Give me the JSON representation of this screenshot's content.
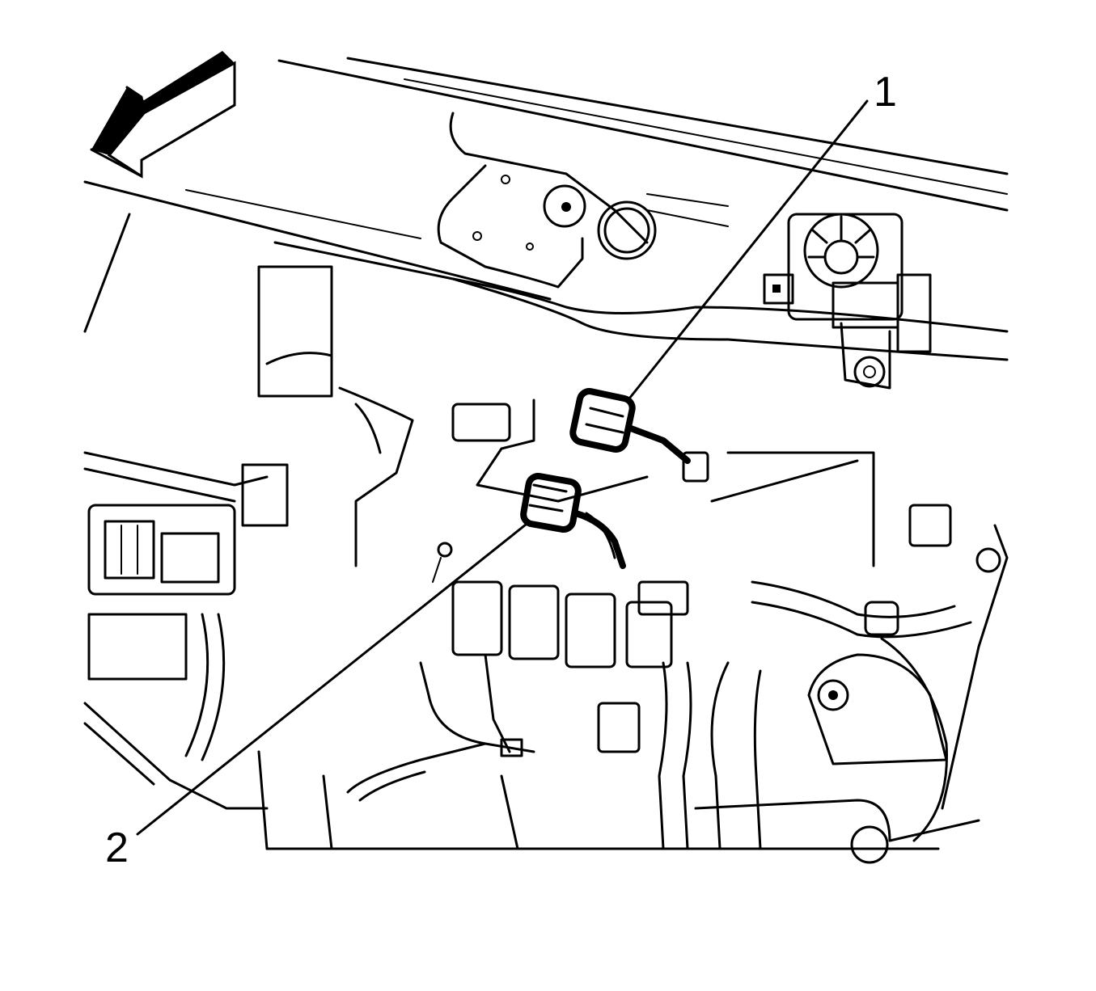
{
  "diagram": {
    "type": "automotive service line-art illustration",
    "background_color": "#ffffff",
    "line_color": "#000000",
    "direction_arrow": {
      "icon": "front-direction-arrow",
      "points": "left/forward"
    },
    "callouts": [
      {
        "id": 1,
        "label": "1",
        "target": "upper electrical connector"
      },
      {
        "id": 2,
        "label": "2",
        "target": "lower electrical connector"
      }
    ]
  }
}
